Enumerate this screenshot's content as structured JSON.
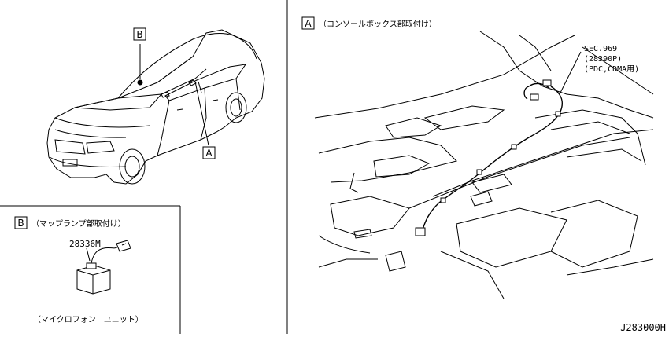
{
  "views": {
    "overview": {
      "callout_b": "B",
      "callout_a": "A"
    },
    "map_lamp": {
      "marker": "B",
      "title": "（マップランプ部取付け）",
      "part_number": "28336M",
      "caption": "（マイクロフォン　ユニット）"
    },
    "console_box": {
      "marker": "A",
      "title": "（コンソールボックス部取付け）",
      "section_ref": [
        "SEC.969",
        "(28390P)",
        "(PDC,CDMA用)"
      ]
    }
  },
  "drawing_number": "J283000H"
}
